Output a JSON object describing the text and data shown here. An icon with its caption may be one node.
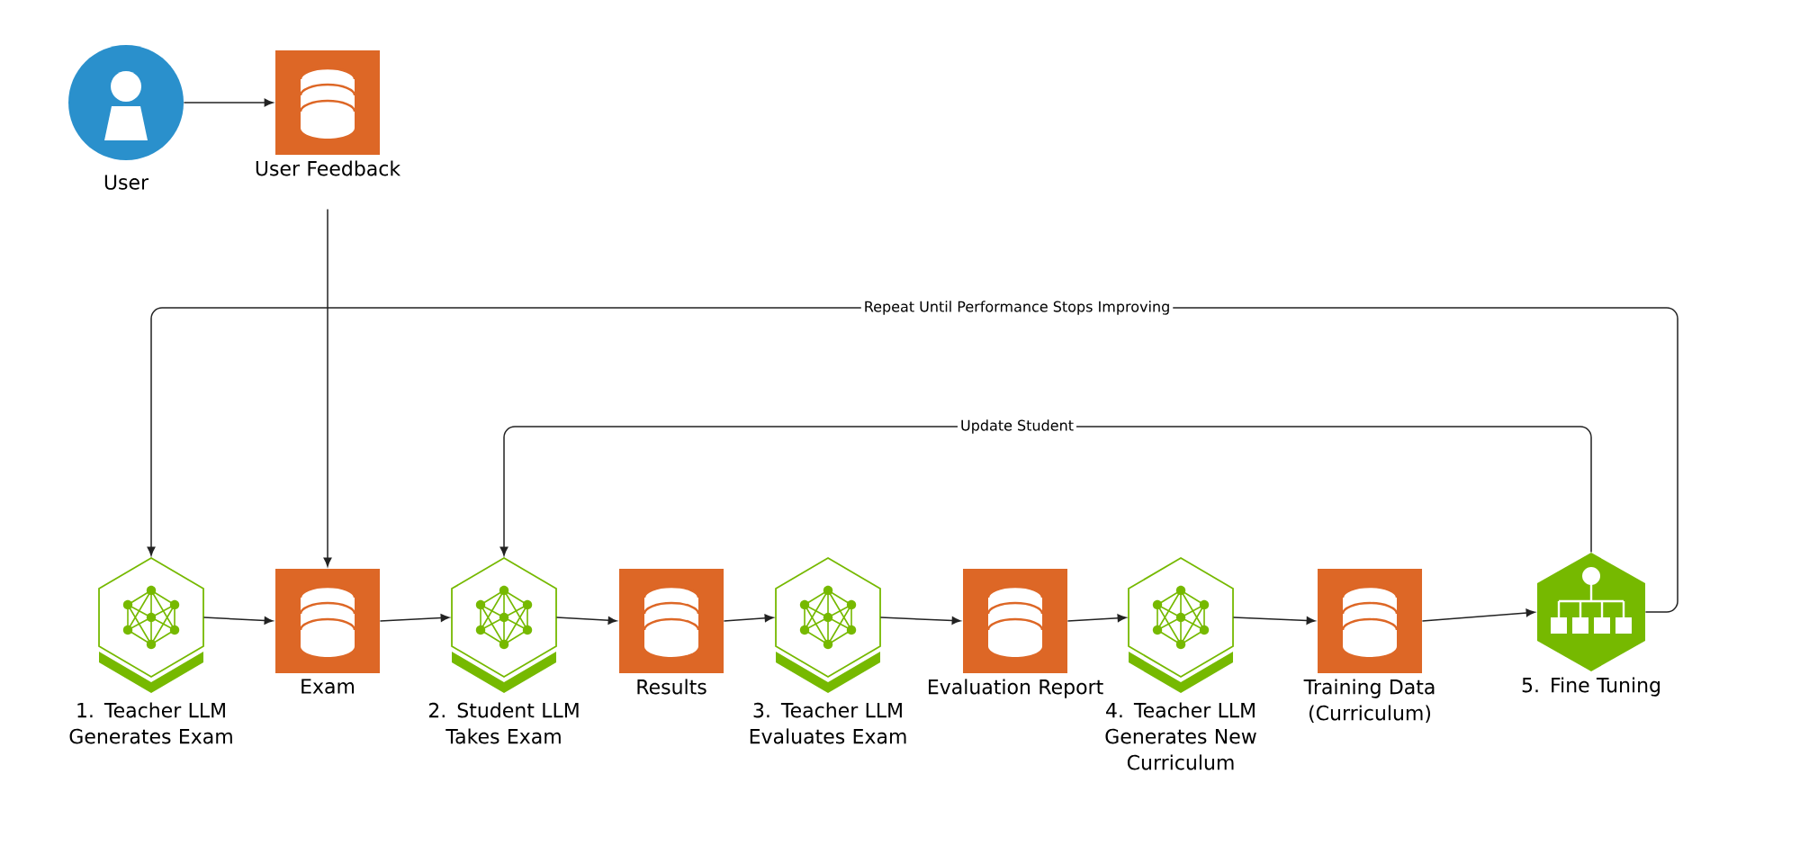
{
  "diagram": {
    "nodes": [
      {
        "text": [
          "User"
        ]
      },
      {
        "text": [
          "User Feedback"
        ]
      },
      {
        "text": [
          "1. Teacher LLM Generates Exam"
        ]
      },
      {
        "text": [
          "Exam"
        ]
      },
      {
        "text": [
          "2. Student LLM Takes Exam"
        ]
      },
      {
        "text": [
          "Results"
        ]
      },
      {
        "text": [
          "3. Teacher LLM Evaluates Exam"
        ]
      },
      {
        "text": [
          "Evaluation Report"
        ]
      },
      {
        "text": [
          "4. Teacher LLM Generates New Curriculum"
        ]
      },
      {
        "text": [
          "Training Data (Curriculum)"
        ]
      },
      {
        "text": [
          "5. Fine Tuning"
        ]
      }
    ],
    "edges": [
      {
        "from": 0,
        "to": 1,
        "arrow": "to"
      },
      {
        "from": 1,
        "to": 3,
        "arrow": "to"
      },
      {
        "from": 2,
        "to": 3,
        "arrow": "to"
      },
      {
        "from": 3,
        "to": 4,
        "arrow": "to"
      },
      {
        "from": 4,
        "to": 5,
        "arrow": "to"
      },
      {
        "from": 5,
        "to": 6,
        "arrow": "to"
      },
      {
        "from": 6,
        "to": 7,
        "arrow": "to"
      },
      {
        "from": 7,
        "to": 8,
        "arrow": "to"
      },
      {
        "from": 8,
        "to": 9,
        "arrow": "to"
      },
      {
        "from": 9,
        "to": 10,
        "arrow": "to"
      },
      {
        "from": 10,
        "to": 4,
        "arrow": "to",
        "label": "Update Student"
      },
      {
        "from": 10,
        "to": 2,
        "arrow": "to",
        "label": "Repeat Until Performance Stops Improving"
      }
    ]
  }
}
